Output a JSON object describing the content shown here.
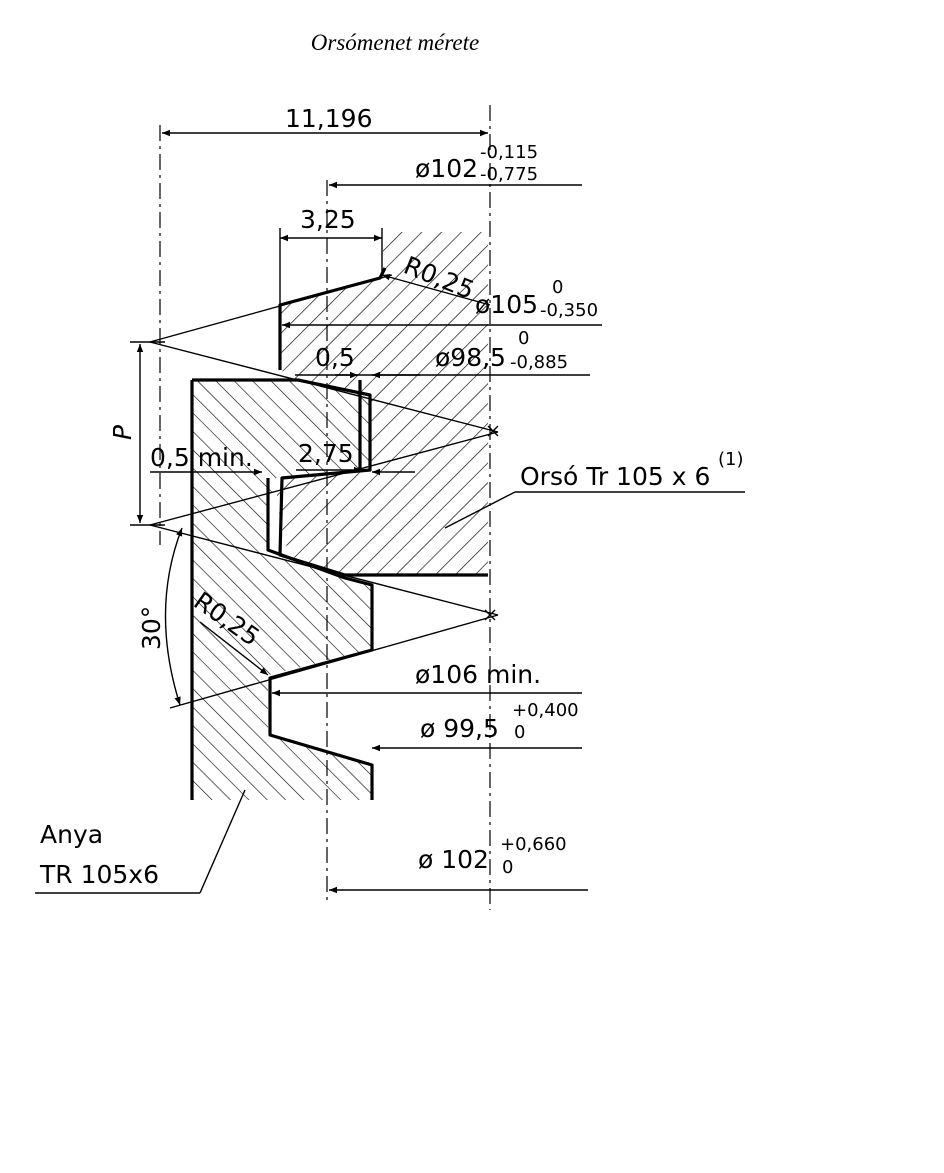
{
  "title": "Orsómenet mérete",
  "dims": {
    "pitch_width": "11,196",
    "d102_top": "ø102",
    "d102_top_upper": "-0,115",
    "d102_top_lower": "-0,775",
    "width_325": "3,25",
    "radius_top": "R0,25",
    "d105": "ø105",
    "d105_upper": "0",
    "d105_lower": "-0,350",
    "d985": "ø98,5",
    "d985_upper": "0",
    "d985_lower": "-0,885",
    "gap_05": "0,5",
    "pitch_p": "P",
    "gap_05min": "0,5 min.",
    "width_275": "2,75",
    "angle": "30°",
    "radius_bottom": "R0,25",
    "d106": "ø106 min.",
    "d995": "ø 99,5",
    "d995_upper": "+0,400",
    "d995_lower": "0",
    "d102_bottom": "ø 102",
    "d102_bottom_upper": "+0,660",
    "d102_bottom_lower": "0"
  },
  "labels": {
    "screw": "Orsó Tr 105 x 6",
    "screw_note": "(1)",
    "nut_line1": "Anya",
    "nut_line2": "TR 105x6"
  }
}
